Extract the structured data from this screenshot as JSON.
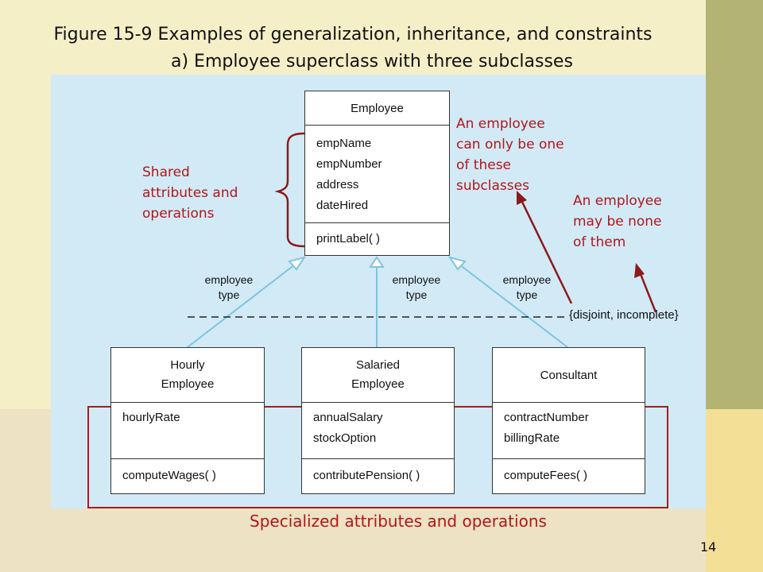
{
  "slide": {
    "title": "Figure 15-9 Examples of generalization, inheritance, and constraints",
    "subtitle": "a) Employee superclass with three subclasses",
    "page_number": "14"
  },
  "superclass": {
    "name": "Employee",
    "attributes": [
      "empName",
      "empNumber",
      "address",
      "dateHired"
    ],
    "operations": [
      "printLabel( )"
    ]
  },
  "subclasses": [
    {
      "name_lines": [
        "Hourly",
        "Employee"
      ],
      "attributes": [
        "hourlyRate"
      ],
      "operations": [
        "computeWages( )"
      ]
    },
    {
      "name_lines": [
        "Salaried",
        "Employee"
      ],
      "attributes": [
        "annualSalary",
        "stockOption"
      ],
      "operations": [
        "contributePension( )"
      ]
    },
    {
      "name_lines": [
        "Consultant"
      ],
      "attributes": [
        "contractNumber",
        "billingRate"
      ],
      "operations": [
        "computeFees( )"
      ]
    }
  ],
  "link_labels": [
    [
      "employee",
      "type"
    ],
    [
      "employee",
      "type"
    ],
    [
      "employee",
      "type"
    ]
  ],
  "constraint": "{disjoint, incomplete}",
  "annotations": {
    "shared": [
      "Shared",
      "attributes and",
      "operations"
    ],
    "disjoint": [
      "An employee",
      "can only be one",
      "of these",
      "subclasses"
    ],
    "incomplete": [
      "An employee",
      "may be none",
      "of them"
    ],
    "specialized": "Specialized attributes and operations"
  },
  "colors": {
    "annotation_red": "#b3161a",
    "arrow_dark_red": "#8b1a1a",
    "link_blue": "#7fc3e0",
    "panel_blue": "#d2eaf6"
  }
}
